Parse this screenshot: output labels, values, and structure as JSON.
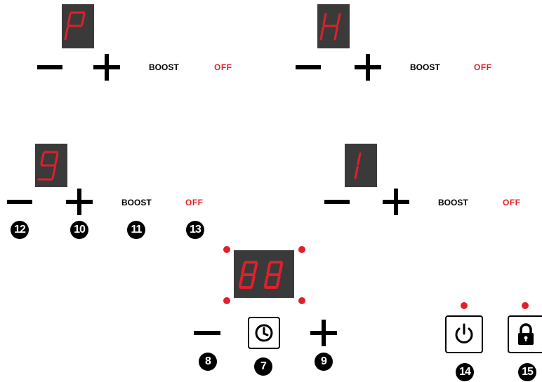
{
  "colors": {
    "segment_red": "#e0202a",
    "display_bg": "#3a3a3a",
    "indicator_red": "#e0202a"
  },
  "zones": {
    "top_left": {
      "display": "P",
      "boost_label": "BOOST",
      "off_label": "OFF"
    },
    "top_right": {
      "display": "H",
      "boost_label": "BOOST",
      "off_label": "OFF"
    },
    "mid_left": {
      "display": "9",
      "boost_label": "BOOST",
      "off_label": "OFF",
      "callouts": {
        "minus": "12",
        "plus": "10",
        "boost": "11",
        "off": "13"
      }
    },
    "mid_right": {
      "display": "1",
      "boost_label": "BOOST",
      "off_label": "OFF"
    }
  },
  "timer": {
    "display": "88",
    "callouts": {
      "minus": "8",
      "clock": "7",
      "plus": "9"
    }
  },
  "power": {
    "icon": "power-icon",
    "callout": "14"
  },
  "lock": {
    "icon": "lock-icon",
    "callout": "15"
  }
}
